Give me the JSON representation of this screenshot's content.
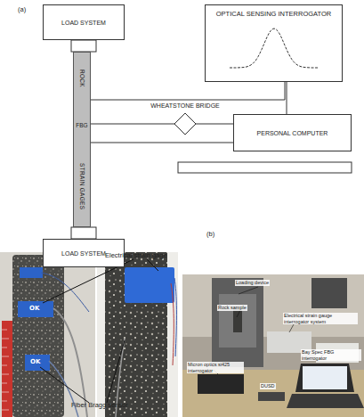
{
  "diagram": {
    "nodes": [
      {
        "text": [
          "LOAD SYSTEM"
        ]
      },
      {
        "text": [
          "ROCK",
          "FBG",
          "STRAIN GAGES"
        ]
      },
      {
        "text": [
          "LOAD SYSTEM"
        ]
      },
      {
        "text": [
          "OPTICAL SENSING INTERROGATOR"
        ]
      },
      {
        "text": [
          "WHEATSTONE BRIDGE"
        ]
      },
      {
        "text": [
          "PERSONAL COMPUTER"
        ]
      }
    ],
    "edges": [
      {
        "from": 1,
        "to": 3,
        "arrow": "none"
      },
      {
        "from": 3,
        "to": 5,
        "arrow": "none"
      },
      {
        "from": 1,
        "to": 4,
        "arrow": "none"
      },
      {
        "from": 4,
        "to": 5,
        "arrow": "none"
      },
      {
        "from": 1,
        "to": 5,
        "arrow": "none"
      }
    ],
    "labels": [
      "(a)",
      "(b)",
      "Electrical strain gage",
      "Fiber Bragg sensor",
      "OK",
      "OK",
      "Loading device",
      "Rock sample",
      "Electrical strain gauge interrogator system",
      "Bay Spec FBG interrogator",
      "Micron optics si425 interrogator",
      "DUSD"
    ]
  }
}
